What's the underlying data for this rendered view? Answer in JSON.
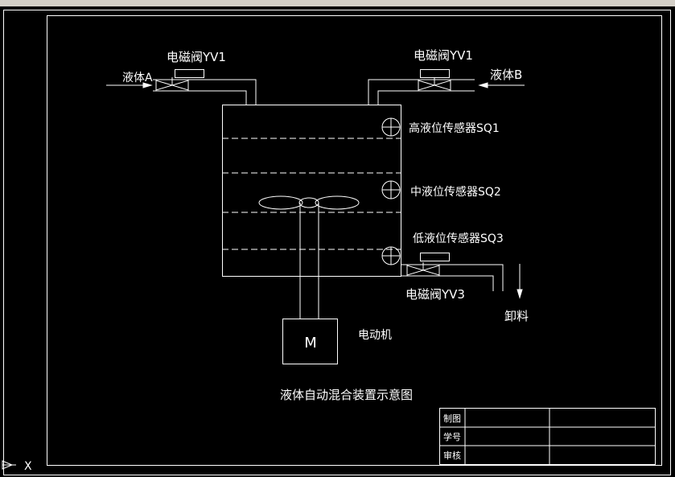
{
  "drawing": {
    "valve1_label": "电磁阀YV1",
    "valve2_label": "电磁阀YV1",
    "valve3_label": "电磁阀YV3",
    "liquid_a": "液体A",
    "liquid_b": "液体B",
    "sensor_high": "高液位传感器SQ1",
    "sensor_mid": "中液位传感器SQ2",
    "sensor_low": "低液位传感器SQ3",
    "motor_symbol": "M",
    "motor_label": "电动机",
    "discharge_label": "卸料",
    "caption": "液体自动混合装置示意图"
  },
  "title_block": {
    "row1": "制图",
    "row2": "学号",
    "row3": "审核"
  },
  "ucs_icon": {
    "axis_label": "X"
  },
  "colors": {
    "background": "#000000",
    "linework": "#ffffff"
  }
}
